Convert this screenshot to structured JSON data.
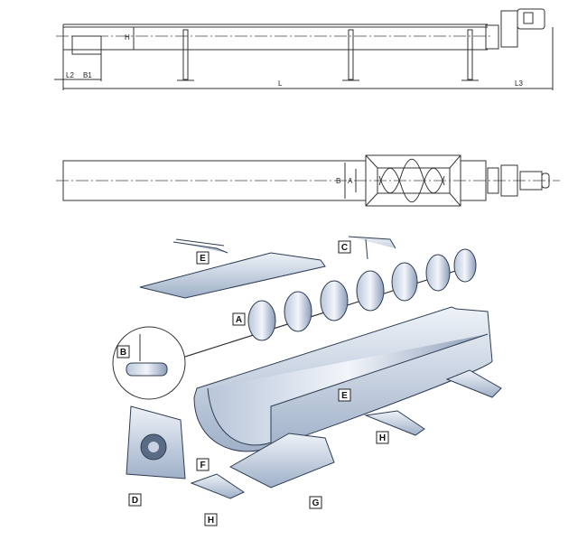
{
  "dimensions": {
    "H": "H",
    "L2": "L2",
    "B1": "B1",
    "L": "L",
    "L3": "L3",
    "B": "B",
    "A": "A"
  },
  "parts": {
    "cover": "E",
    "clamp": "C",
    "screw": "A",
    "bearing": "B",
    "trough": "E",
    "foot_right": "H",
    "flange": "F",
    "end_plate": "D",
    "foot_left": "H",
    "inlet_support": "G"
  }
}
